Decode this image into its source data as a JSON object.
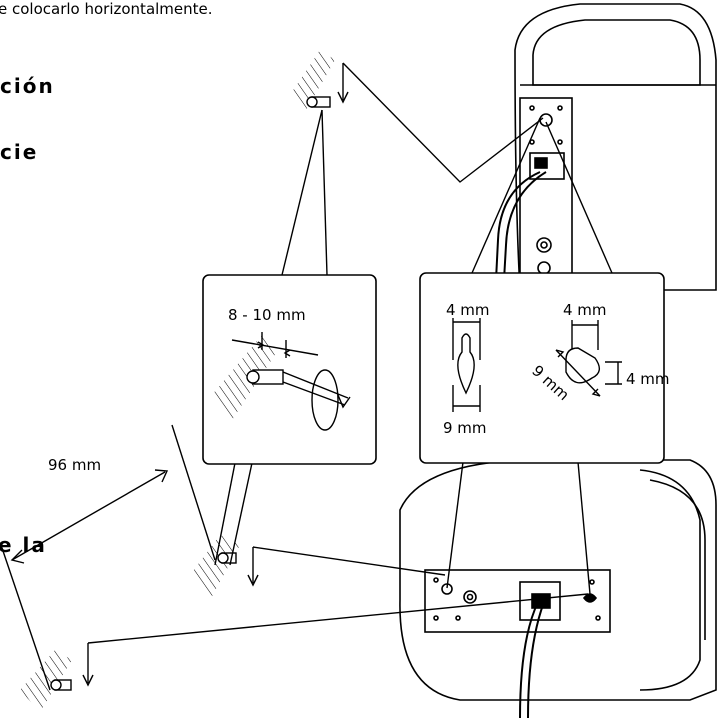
{
  "page": {
    "top_text": "e colocarlo horizontalmente.",
    "fragment_cion": "ción",
    "fragment_cie": "cie",
    "fragment_la": "e la"
  },
  "detail_screw": {
    "depth_label": "8 - 10 mm"
  },
  "detail_holes": {
    "round_hole_width": "4 mm",
    "round_hole_height": "9 mm",
    "angled_hole_width": "4 mm",
    "angled_hole_side": "4 mm",
    "angled_hole_length": "9 mm"
  },
  "spacing": {
    "distance_label": "96 mm"
  }
}
